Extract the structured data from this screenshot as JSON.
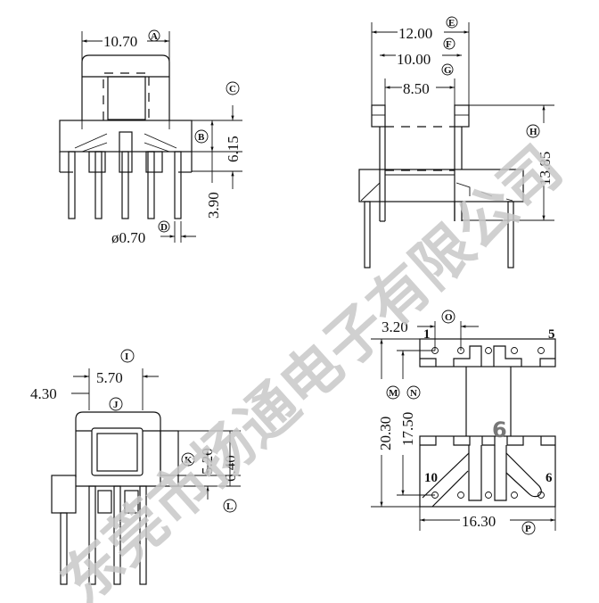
{
  "watermark": "东莞市扬通电子有限公司",
  "front_view": {
    "dims": {
      "A": "10.70",
      "B": "6.15",
      "D": "ø0.70",
      "pin_length": "3.90"
    },
    "tags": {
      "A": "A",
      "B": "B",
      "C": "C",
      "D": "D"
    }
  },
  "side_view": {
    "dims": {
      "E": "12.00",
      "F": "10.00",
      "G": "8.50",
      "H": "13.85"
    },
    "tags": {
      "E": "E",
      "F": "F",
      "G": "G",
      "H": "H"
    }
  },
  "end_view": {
    "dims": {
      "I": "5.70",
      "J": "4.30",
      "K": "5.20",
      "L": "6.40"
    },
    "tags": {
      "I": "I",
      "J": "J",
      "K": "K",
      "L": "L"
    }
  },
  "bottom_view": {
    "dims": {
      "O": "3.20",
      "M": "20.30",
      "N": "17.50",
      "P": "16.30"
    },
    "tags": {
      "O": "O",
      "M": "M",
      "N": "N",
      "P": "P"
    },
    "pins": {
      "first": "1",
      "fifth": "5",
      "sixth": "6",
      "tenth": "10"
    },
    "overlay_number": "6"
  }
}
